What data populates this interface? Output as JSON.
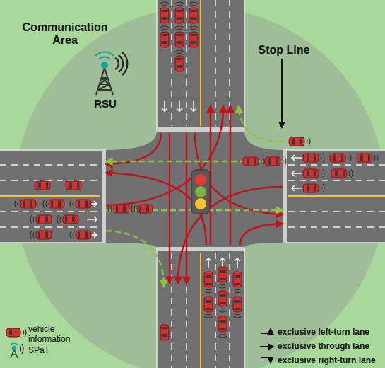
{
  "diagram": {
    "labels": [
      "Communication Area",
      "RSU",
      "Stop Line"
    ],
    "legend": [
      {
        "text": "vehicle information"
      },
      {
        "text": "SPaT"
      },
      {
        "text": "exclusive left-turn lane"
      },
      {
        "text": "exclusive through lane"
      },
      {
        "text": "exclusive right-turn lane"
      }
    ]
  }
}
